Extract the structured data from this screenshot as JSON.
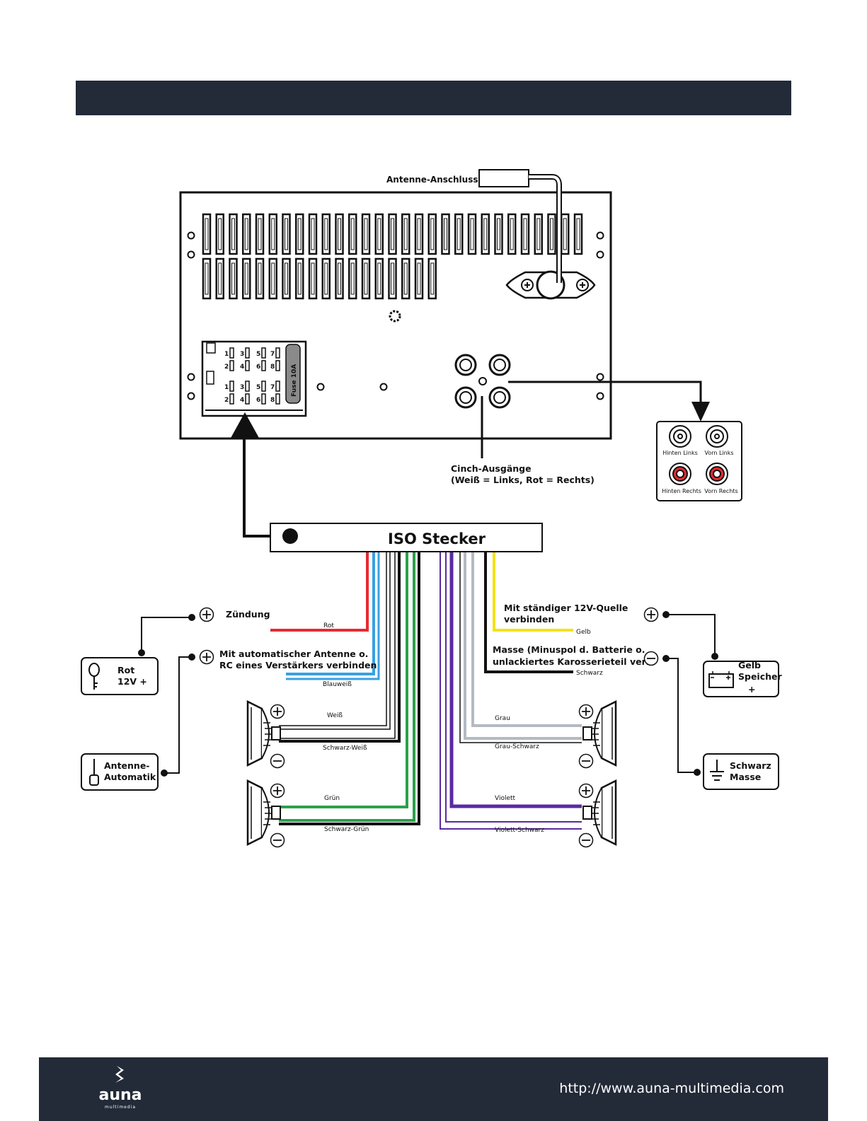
{
  "colors": {
    "header": "#232a38",
    "red": "#e52a31",
    "blue": "#3aa0e0",
    "green": "#2aa24a",
    "violet": "#5a2aa2",
    "grey": "#b4bac2",
    "yellow": "#f2e318",
    "black": "#111111"
  },
  "diagram": {
    "antenna_label": "Antenne-Anschluss",
    "fuse_label": "Fuse 10A",
    "pin_numbers": [
      "1",
      "2",
      "3",
      "4",
      "5",
      "6",
      "7",
      "8"
    ],
    "cinch_label_1": "Cinch-Ausgänge",
    "cinch_label_2": "(Weiß = Links, Rot = Rechts)",
    "rca_labels": [
      "Hinten Links",
      "Vorn Links",
      "Hinten Rechts",
      "Vorn Rechts"
    ],
    "iso_label": "ISO Stecker",
    "ignition_label": "Zündung",
    "auto_antenna_text_1": "Mit automatischer Antenne o.",
    "auto_antenna_text_2": "RC eines Verstärkers verbinden",
    "constant_12v_1": "Mit ständiger 12V-Quelle",
    "constant_12v_2": "verbinden",
    "ground_text_1": "Masse (Minuspol d. Batterie o.",
    "ground_text_2": "unlackiertes Karosserieteil verb.",
    "wire_labels": {
      "rot": "Rot",
      "blauweiss": "Blauweiß",
      "weiss": "Weiß",
      "schwarz_weiss": "Schwarz-Weiß",
      "gruen": "Grün",
      "schwarz_gruen": "Schwarz-Grün",
      "gelb": "Gelb",
      "schwarz": "Schwarz",
      "grau": "Grau",
      "grau_schwarz": "Grau-Schwarz",
      "violett": "Violett",
      "violett_schwarz": "Violett-Schwarz"
    },
    "boxes": {
      "key_1": "Rot",
      "key_2": "12V +",
      "antenna_1": "Antenne-",
      "antenna_2": "Automatik",
      "battery_1": "Gelb",
      "battery_2": "Speicher",
      "battery_plus": "+",
      "ground_1": "Schwarz",
      "ground_2": "Masse"
    }
  },
  "footer": {
    "url": "http://www.auna-multimedia.com",
    "logo_text": "auna",
    "logo_sub": "multimedia"
  }
}
